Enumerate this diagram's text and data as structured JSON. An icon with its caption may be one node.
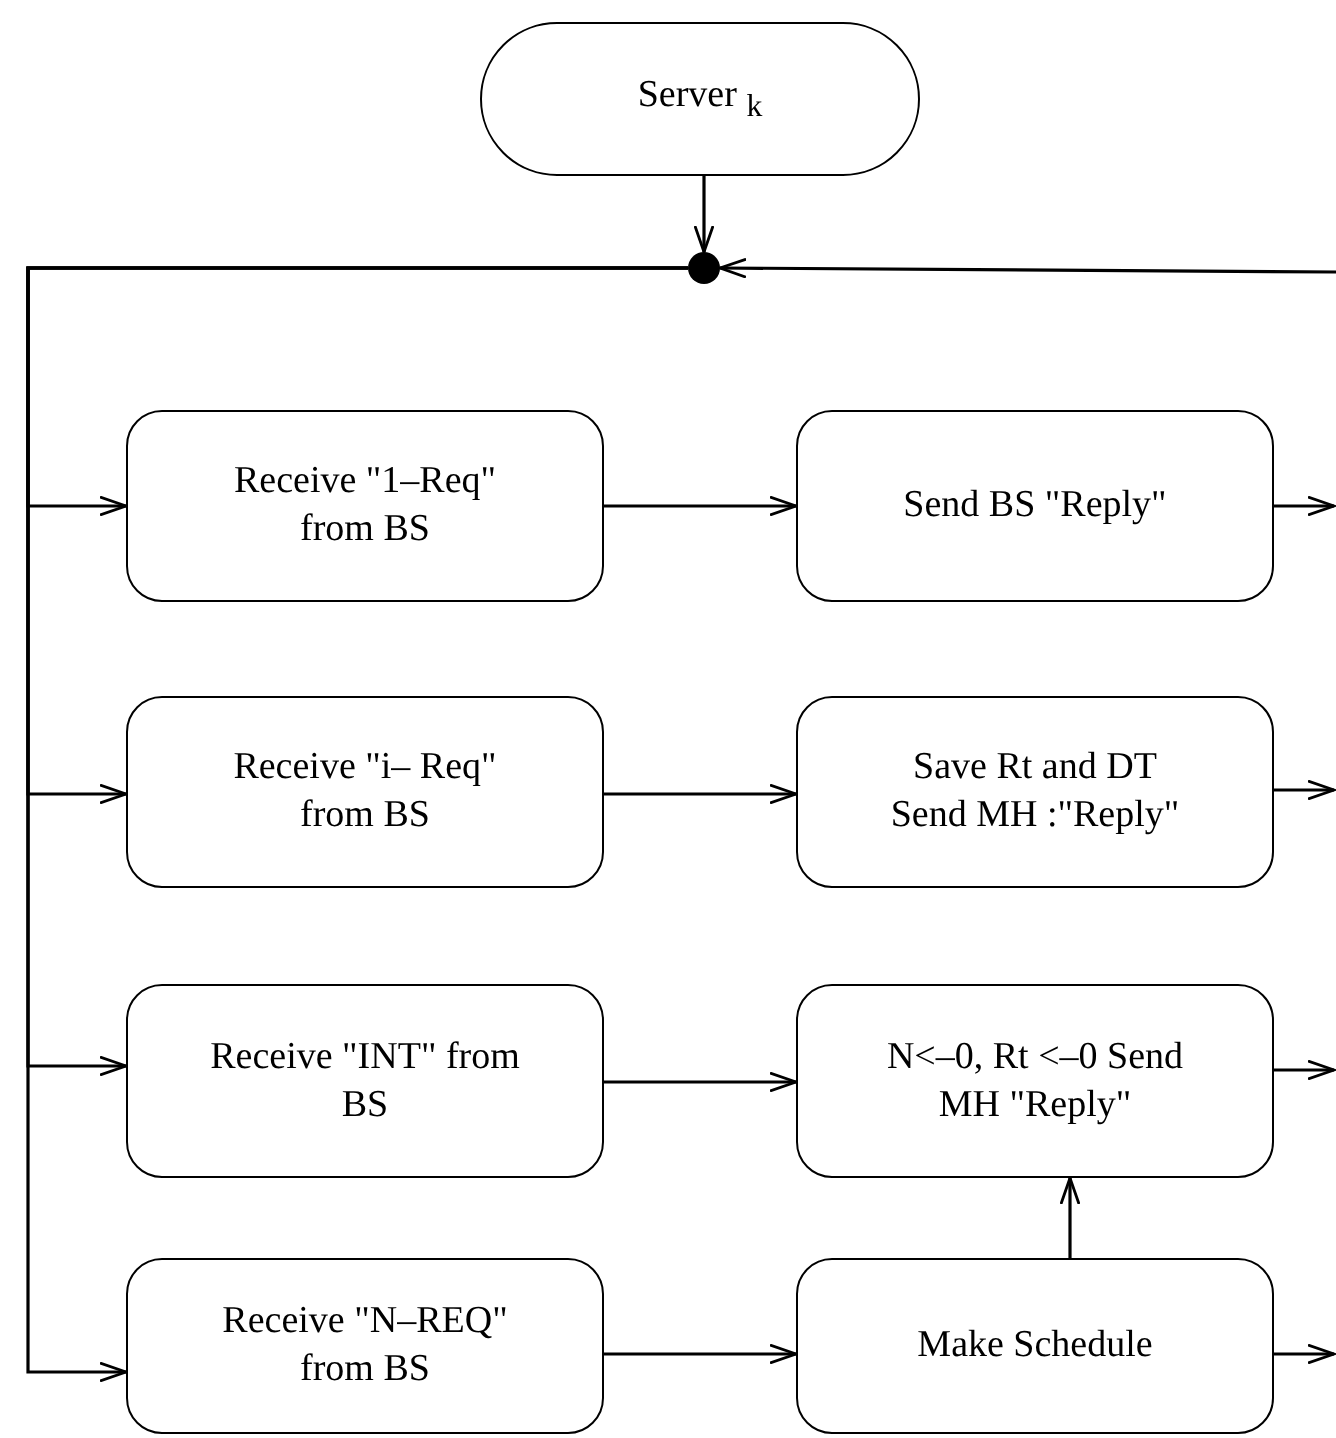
{
  "diagram": {
    "nodes": [
      {
        "text": [
          "Server $_{k}$"
        ]
      },
      {
        "text": [],
        "shape": "circle"
      },
      {
        "text": [
          "Receive \"1–Req\" from BS"
        ]
      },
      {
        "text": [
          "Send BS \"Reply\""
        ]
      },
      {
        "text": [
          "Receive \"i– Req\" from BS"
        ]
      },
      {
        "text": [
          "Save Rt and DT Send MH :\"Reply\""
        ]
      },
      {
        "text": [
          "Receive \"INT\" from BS"
        ]
      },
      {
        "text": [
          "N<–0, Rt <–0 Send MH \"Reply\""
        ]
      },
      {
        "text": [
          "Receive \"N–REQ\" from BS"
        ]
      },
      {
        "text": [
          "Make Schedule"
        ]
      }
    ],
    "edges": [
      {
        "from": 0,
        "to": 1,
        "arrow": "to"
      },
      {
        "from": null,
        "to": 1,
        "arrow": "to"
      },
      {
        "from": 1,
        "to": 2,
        "arrow": "to"
      },
      {
        "from": 1,
        "to": 4,
        "arrow": "to"
      },
      {
        "from": 1,
        "to": 6,
        "arrow": "to"
      },
      {
        "from": 1,
        "to": 8,
        "arrow": "to"
      },
      {
        "from": 2,
        "to": 3,
        "arrow": "to"
      },
      {
        "from": 3,
        "to": null,
        "arrow": "to"
      },
      {
        "from": 4,
        "to": 5,
        "arrow": "to"
      },
      {
        "from": 5,
        "to": null,
        "arrow": "to"
      },
      {
        "from": 6,
        "to": 7,
        "arrow": "to"
      },
      {
        "from": 7,
        "to": null,
        "arrow": "to"
      },
      {
        "from": 8,
        "to": 9,
        "arrow": "to"
      },
      {
        "from": 9,
        "to": null,
        "arrow": "to"
      },
      {
        "from": 9,
        "to": 7,
        "arrow": "to"
      }
    ]
  }
}
